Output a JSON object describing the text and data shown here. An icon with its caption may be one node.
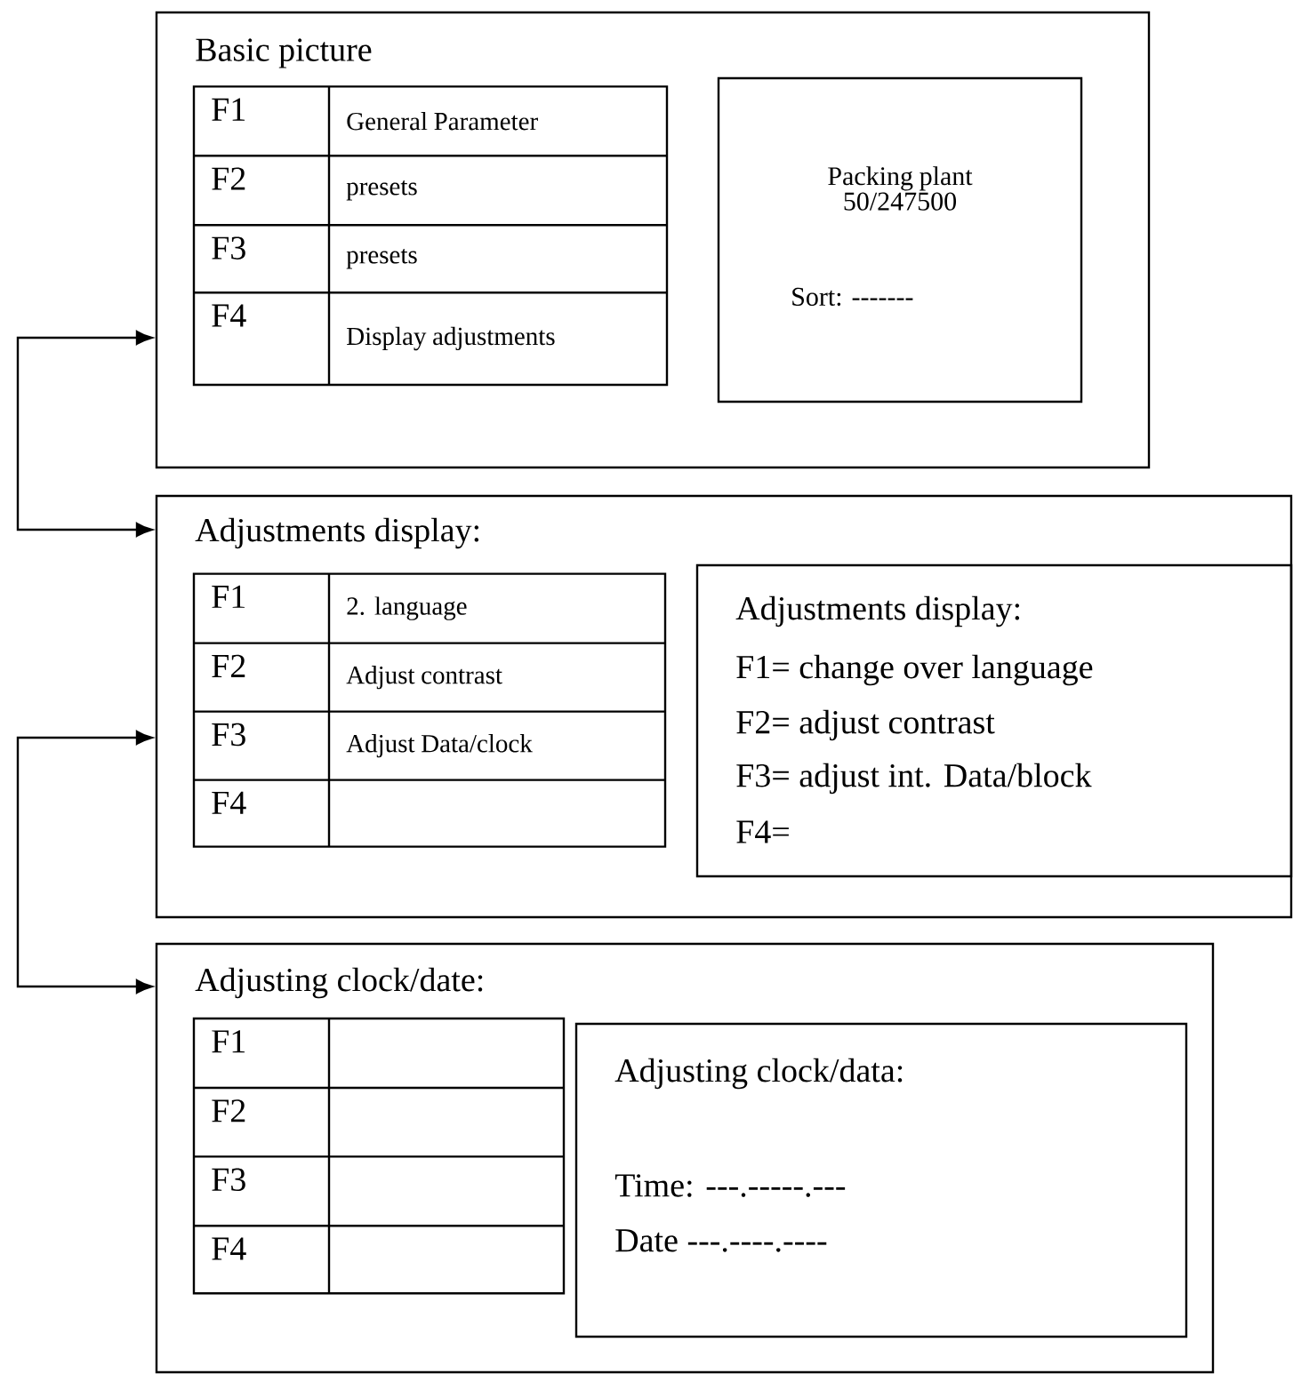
{
  "diagram": {
    "nodes": [
      {
        "text": [
          "Basic picture"
        ]
      },
      {
        "text": [
          "Packing plant 50/247500",
          "Sort: -------"
        ],
        "in": 0
      },
      {
        "text": [
          "Adjustments display:"
        ]
      },
      {
        "text": [
          "Adjustments display:",
          "F1= change over language",
          "F2= adjust contrast",
          "F3= adjust int. Data/block",
          "F4="
        ],
        "in": 2
      },
      {
        "text": [
          "Adjusting clock/date:"
        ]
      },
      {
        "text": [
          "Adjusting clock/data:",
          "Time: ---.-----.---",
          "Date ---.----.----"
        ],
        "in": 4
      }
    ],
    "edges": [
      {
        "from": 0,
        "to": 2,
        "arrow": "both"
      },
      {
        "from": 2,
        "to": 4,
        "arrow": "both"
      }
    ],
    "labels": [
      "F1",
      "General Parameter",
      "F2",
      "presets",
      "F3",
      "presets",
      "F4",
      "Display adjustments",
      "F1",
      "2. language",
      "F2",
      "Adjust contrast",
      "F3",
      "Adjust Data/clock",
      "F4",
      "F1",
      "F2",
      "F3",
      "F4"
    ]
  }
}
